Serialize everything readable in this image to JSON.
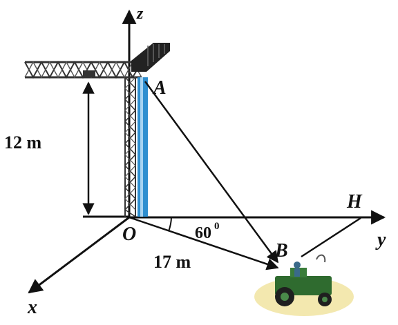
{
  "labels": {
    "z": "z",
    "y": "y",
    "x": "x",
    "origin": "O",
    "A": "A",
    "B": "B",
    "H": "H",
    "height": "12 m",
    "distance": "17 m",
    "angle": "60",
    "angle_sup": "0"
  },
  "colors": {
    "line": "#111111",
    "mast": "#2f8fd0",
    "truss": "#333333",
    "tractor_body": "#2f6b2f",
    "ground_patch": "#f2e6a6"
  }
}
